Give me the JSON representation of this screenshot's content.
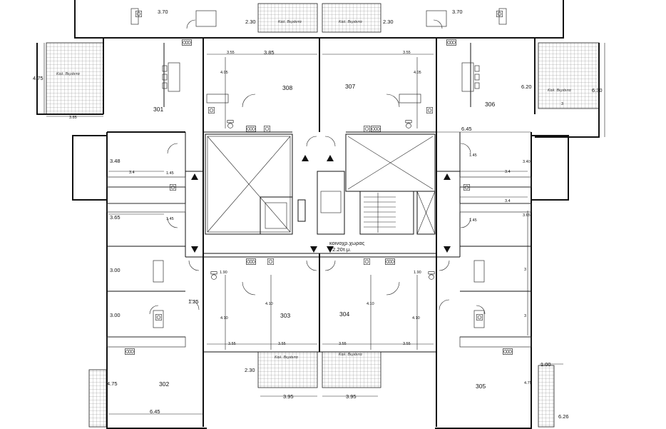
{
  "plan": {
    "apartments": [
      {
        "id": "apt-301",
        "label": "301"
      },
      {
        "id": "apt-302",
        "label": "302"
      },
      {
        "id": "apt-303",
        "label": "303"
      },
      {
        "id": "apt-304",
        "label": "304"
      },
      {
        "id": "apt-305",
        "label": "305"
      },
      {
        "id": "apt-306",
        "label": "306"
      },
      {
        "id": "apt-307",
        "label": "307"
      },
      {
        "id": "apt-308",
        "label": "308"
      }
    ],
    "common_area": {
      "name": "κοινοχρ.χωρας",
      "area": "72.20τ.μ."
    },
    "balcony_label": "Καλ. Βεράντα",
    "dimensions": [
      "3.70",
      "3.70",
      "2.30",
      "2.30",
      "4.75",
      "3.85",
      "3.55",
      "3.85",
      "3.55",
      "4.05",
      "4.05",
      "6.20",
      "6.30",
      "3",
      "6.45",
      "3.48",
      "3.4",
      "1.45",
      "3.40",
      "1.45",
      "3.4",
      "3.4",
      "3.65",
      "1.45",
      "1.45",
      "3.65",
      "3.00",
      "3.00",
      "1.25",
      "1.90",
      "1.90",
      "4.10",
      "4.10",
      "4.10",
      "4.10",
      "3",
      "3",
      "3.55",
      "3.55",
      "3.55",
      "3.55",
      "2.30",
      "3.95",
      "3.95",
      "4.75",
      "6.45",
      "1.00",
      "4.75",
      "6.26"
    ]
  }
}
